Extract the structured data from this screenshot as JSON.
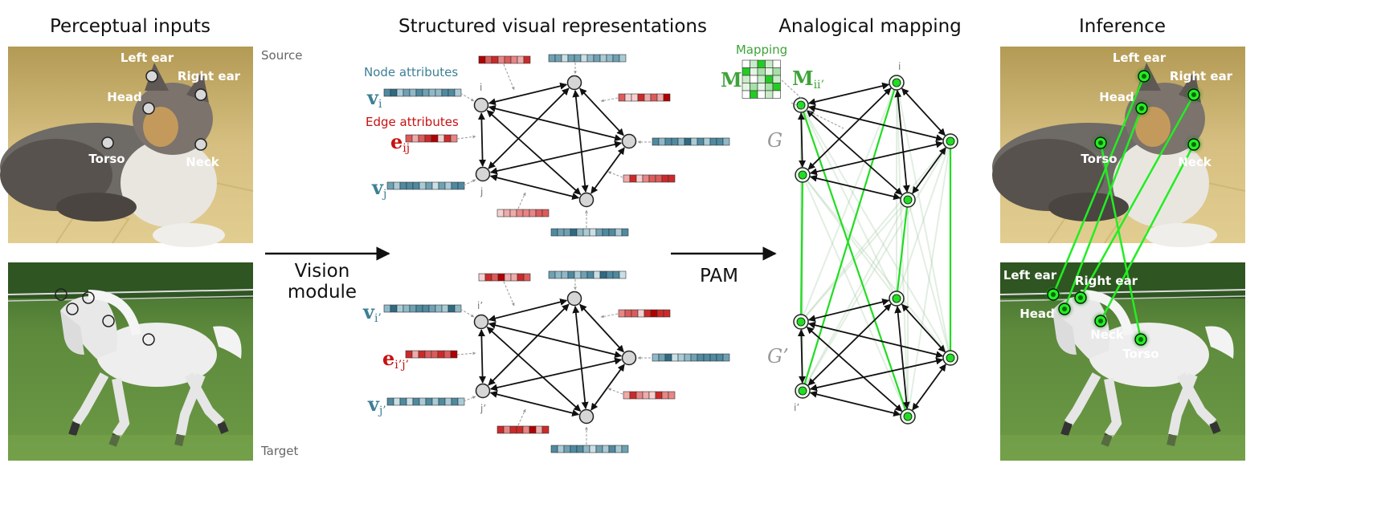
{
  "titles": {
    "perceptual": "Perceptual inputs",
    "structured": "Structured visual representations",
    "analogical": "Analogical mapping",
    "inference": "Inference"
  },
  "labels": {
    "source": "Source",
    "target": "Target",
    "vision_module_line1": "Vision",
    "vision_module_line2": "module",
    "pam": "PAM",
    "node_attributes": "Node attributes",
    "edge_attributes": "Edge attributes",
    "mapping": "Mapping"
  },
  "symbols": {
    "v_i": "v",
    "v_i_sub": "i",
    "e_ij": "e",
    "e_ij_sub": "ij",
    "v_j": "v",
    "v_j_sub": "j",
    "v_ip": "v",
    "v_ip_sub": "i’",
    "e_ipjp": "e",
    "e_ipjp_sub": "i’j’",
    "v_jp": "v",
    "v_jp_sub": "j’",
    "M": "M",
    "M_iip": "M",
    "M_iip_sub": "ii’",
    "G": "G",
    "G_prime": "G’"
  },
  "node_labels": {
    "i": "i",
    "j": "j",
    "ip": "i’",
    "jp": "j’"
  },
  "cat_keypoints": {
    "left_ear": "Left ear",
    "right_ear": "Right ear",
    "head": "Head",
    "torso": "Torso",
    "neck": "Neck"
  },
  "horse_keypoints": {
    "left_ear": "Left ear",
    "right_ear": "Right ear",
    "head": "Head",
    "neck": "Neck",
    "torso": "Torso"
  },
  "colors": {
    "node_attr": "#3e7f96",
    "edge_attr": "#c81010",
    "mapping": "#3fa33a",
    "match_line": "#22dd22"
  }
}
